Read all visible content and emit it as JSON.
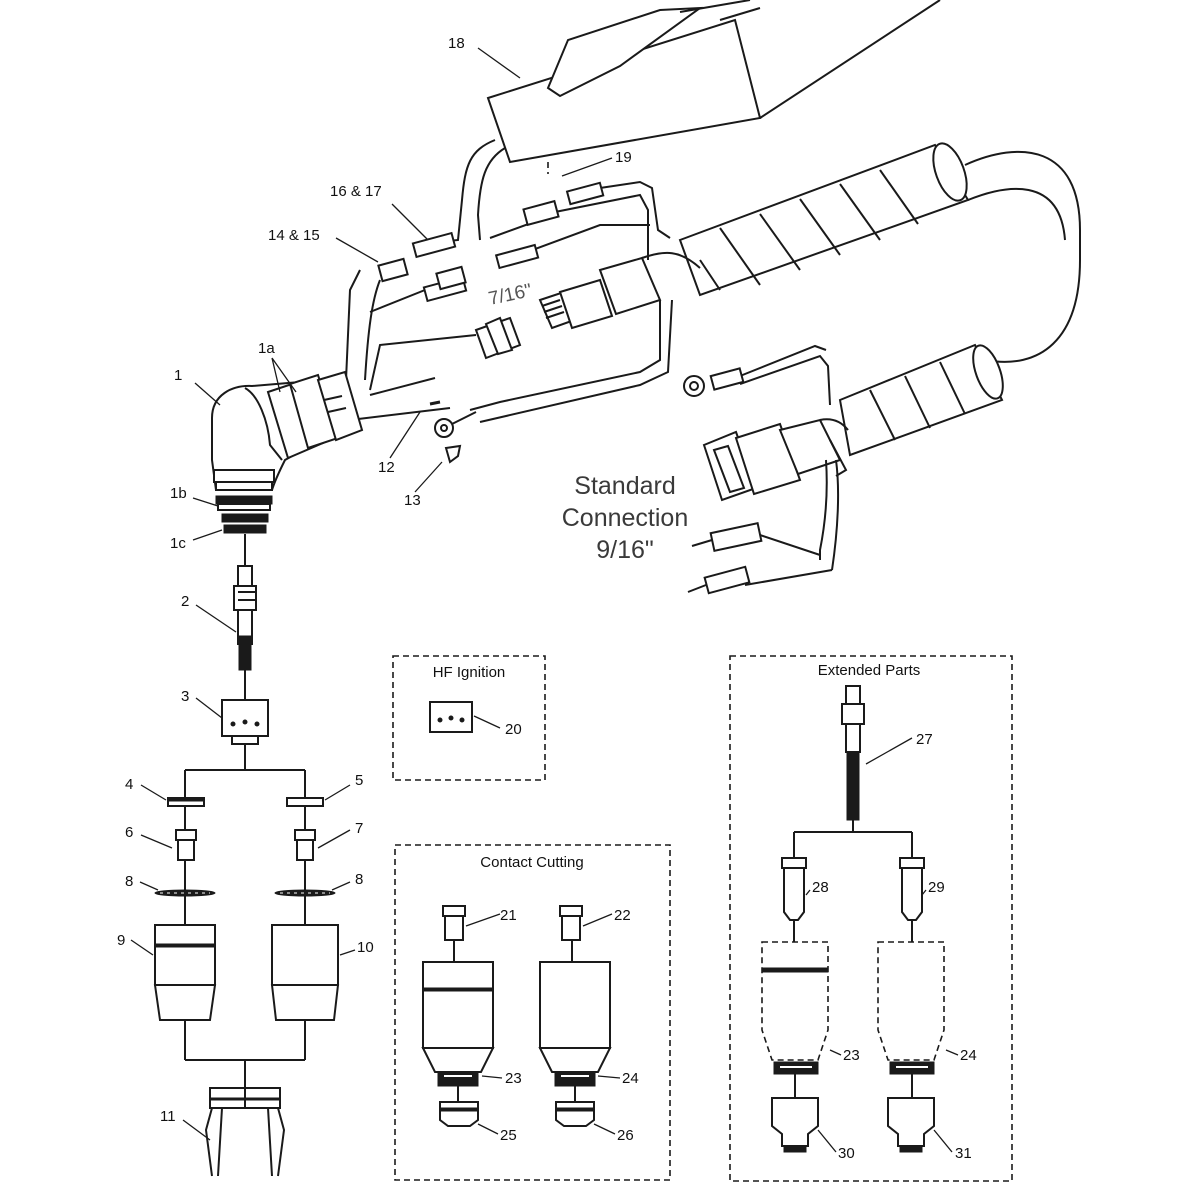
{
  "labels": {
    "l1": "1",
    "l1a": "1a",
    "l1b": "1b",
    "l1c": "1c",
    "l2": "2",
    "l3": "3",
    "l4": "4",
    "l5": "5",
    "l6": "6",
    "l7": "7",
    "l8a": "8",
    "l8b": "8",
    "l9": "9",
    "l10": "10",
    "l11": "11",
    "l12": "12",
    "l13": "13",
    "l14": "14 & 15",
    "l16": "16 & 17",
    "l18": "18",
    "l19": "19",
    "l20": "20",
    "l21": "21",
    "l22": "22",
    "l23a": "23",
    "l24a": "24",
    "l25": "25",
    "l26": "26",
    "l27": "27",
    "l28": "28",
    "l29": "29",
    "l23b": "23",
    "l24b": "24",
    "l30": "30",
    "l31": "31"
  },
  "boxes": {
    "hf_title": "HF Ignition",
    "contact_title": "Contact Cutting",
    "extended_title": "Extended Parts"
  },
  "connection": {
    "line1": "Standard",
    "line2": "Connection",
    "line3": "9/16\"",
    "alt_size": "7/16\""
  }
}
